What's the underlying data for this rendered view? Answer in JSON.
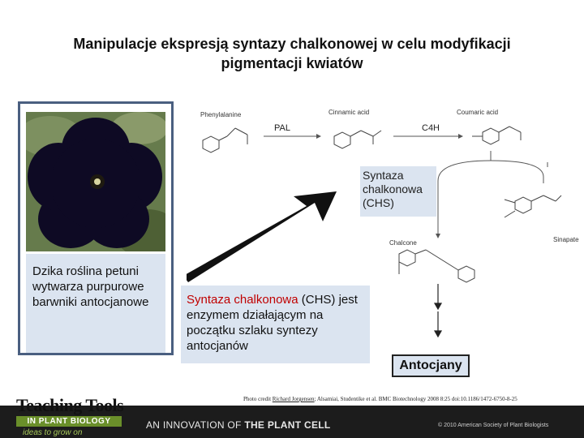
{
  "title": "Manipulacje ekspresją syntazy chalkonowej w celu modyfikacji pigmentacji kwiatów",
  "photo_caption": "Dzika roślina petuni wytwarza purpurowe barwniki antocjanowe",
  "pathway": {
    "phenylalanine": "Phenylalanine",
    "cinnamic_acid": "Cinnamic acid",
    "coumaric_acid": "Coumaric acid",
    "pal": "PAL",
    "c4h": "C4H",
    "chalcone": "Chalcone",
    "sinapate": "Sinapate"
  },
  "chs_label": "Syntaza chalkonowa (CHS)",
  "description": {
    "highlight": "Syntaza chalkonowa",
    "rest": " (CHS) jest enzymem działającym na początku szlaku syntezy antocjanów"
  },
  "result_label": "Antocjany",
  "credit": {
    "prefix": "Photo credit ",
    "name": "Richard Jorgensen",
    "rest": "; Alsamiai, Studentike et al. BMC Biotechnology 2008 8:25   doi:10.1186/1472-6750-8-25"
  },
  "footer": {
    "logo_line1": "Teaching Tools",
    "logo_line2": "IN PLANT BIOLOGY",
    "logo_line3": "ideas to grow on",
    "innovation_prefix": "AN INNOVATION OF ",
    "innovation_bold": "THE PLANT CELL",
    "copyright": "© 2010 American Society of Plant Biologists"
  },
  "colors": {
    "box_fill": "#dbe4f0",
    "frame_border": "#4a5f80",
    "highlight_red": "#c00000",
    "footer_bg": "#1c1c1c",
    "logo_green": "#6a8f2a"
  }
}
